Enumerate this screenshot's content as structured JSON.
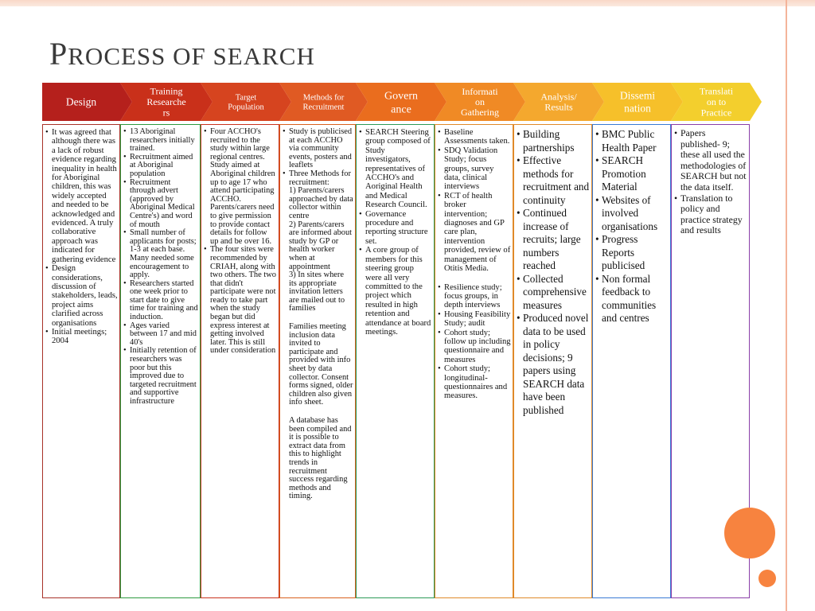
{
  "title_first": "P",
  "title_rest": "ROCESS OF SEARCH",
  "colors": {
    "design": "#b5201c",
    "training": "#c9301a",
    "target": "#d6441f",
    "methods": "#e05a23",
    "governance": "#ea6d1e",
    "information": "#f08a25",
    "analysis": "#f4a82e",
    "dissemination": "#f6c02a",
    "translation": "#f3cf2d",
    "accent": "#f7833f"
  },
  "stages": [
    {
      "lines": [
        "Design"
      ]
    },
    {
      "lines": [
        "Training",
        "Researche",
        "rs"
      ]
    },
    {
      "lines": [
        "Target",
        "Population"
      ]
    },
    {
      "lines": [
        "Methods for",
        "Recruitment"
      ]
    },
    {
      "lines": [
        "Govern",
        "ance"
      ]
    },
    {
      "lines": [
        "Informati",
        "on",
        "Gathering"
      ]
    },
    {
      "lines": [
        "Analysis/",
        "Results"
      ]
    },
    {
      "lines": [
        "Dissemi",
        "nation"
      ]
    },
    {
      "lines": [
        "Translati",
        "on to",
        "Practice"
      ]
    }
  ],
  "columns": {
    "design": [
      "It was agreed that although there was a lack of robust evidence regarding inequality in health for Aboriginal children, this was widely accepted and needed to be acknowledged and evidenced. A truly collaborative approach was indicated for gathering evidence",
      "Design considerations, discussion of stakeholders, leads, project aims clarified across organisations",
      "Initial meetings; 2004"
    ],
    "training": [
      "13 Aboriginal researchers initially trained.",
      "Recruitment aimed at Aboriginal population",
      "Recruitment through advert (approved by Aboriginal Medical Centre's) and word of mouth",
      "Small number of applicants for posts; 1-3 at each base. Many needed some encouragement to apply.",
      "Researchers started one week prior to start date to give time for training and induction.",
      "Ages varied between 17 and mid 40's",
      "Initially retention of researchers was poor but this improved  due to targeted recruitment and supportive infrastructure"
    ],
    "target": [
      "Four ACCHO's recruited to  the study within large regional centres. Study aimed at Aboriginal children up to age 17 who attend participating ACCHO. Parents/carers need to give permission to provide contact details for follow up and be over 16.",
      "The four sites were recommended by CRIAH, along with two others. The two that didn't participate were not ready to take part when the study began but did express interest at getting involved later.  This is still under consideration"
    ],
    "methods": [
      {
        "text": "Study is publicised at each ACCHO via community events, posters and leaflets",
        "bullet": true
      },
      {
        "text": "Three Methods for recruitment:",
        "bullet": true
      },
      {
        "text": "1) Parents/carers approached by data collector within centre",
        "bullet": false
      },
      {
        "text": "2) Parents/carers are informed about study by GP or health worker when at appointment",
        "bullet": false
      },
      {
        "text": "3) In sites where its appropriate invitation letters are mailed out to families",
        "bullet": false
      },
      {
        "text": "Families meeting inclusion data invited to participate and provided with info sheet by data collector. Consent forms signed, older children also given info sheet.",
        "bullet": false,
        "gap": true
      },
      {
        "text": "A database has been compiled and it is possible to extract data from this to highlight trends in recruitment success regarding methods and timing.",
        "bullet": false,
        "gap": true
      }
    ],
    "governance": [
      "SEARCH Steering group composed of Study investigators, representatives of ACCHO's and Aoriginal Health and Medical Research Council.",
      "Governance procedure and reporting structure set.",
      "A core group of members for this steering group were all very committed to the project which resulted in high retention and attendance at board meetings."
    ],
    "information": [
      {
        "text": "Baseline Assessments taken.",
        "gap": false
      },
      {
        "text": "SDQ Validation Study; focus groups, survey data, clinical interviews",
        "gap": false
      },
      {
        "text": "RCT of health broker intervention; diagnoses and GP care plan, intervention provided, review of management of Otitis Media.",
        "gap": false
      },
      {
        "text": "Resilience study; focus groups, in depth interviews",
        "gap": true
      },
      {
        "text": "Housing Feasibility Study; audit",
        "gap": false
      },
      {
        "text": "Cohort study; follow up including questionnaire and measures",
        "gap": false
      },
      {
        "text": "Cohort study; longitudinal- questionnaires and measures.",
        "gap": false
      }
    ],
    "analysis": [
      "Building partnerships",
      "Effective methods for recruitment and continuity",
      "Continued increase of recruits; large numbers reached",
      "Collected comprehensive measures",
      "Produced novel data to be used in policy decisions; 9 papers using SEARCH data have been published"
    ],
    "dissemination": [
      "BMC Public Health Paper",
      "SEARCH Promotion Material",
      "Websites of involved organisations",
      "Progress Reports publicised",
      "Non formal feedback to communities and centres"
    ],
    "translation": [
      "Papers published-  9; these all used the methodologies of SEARCH but not the data itself.",
      "Translation to policy and practice strategy and results"
    ]
  }
}
